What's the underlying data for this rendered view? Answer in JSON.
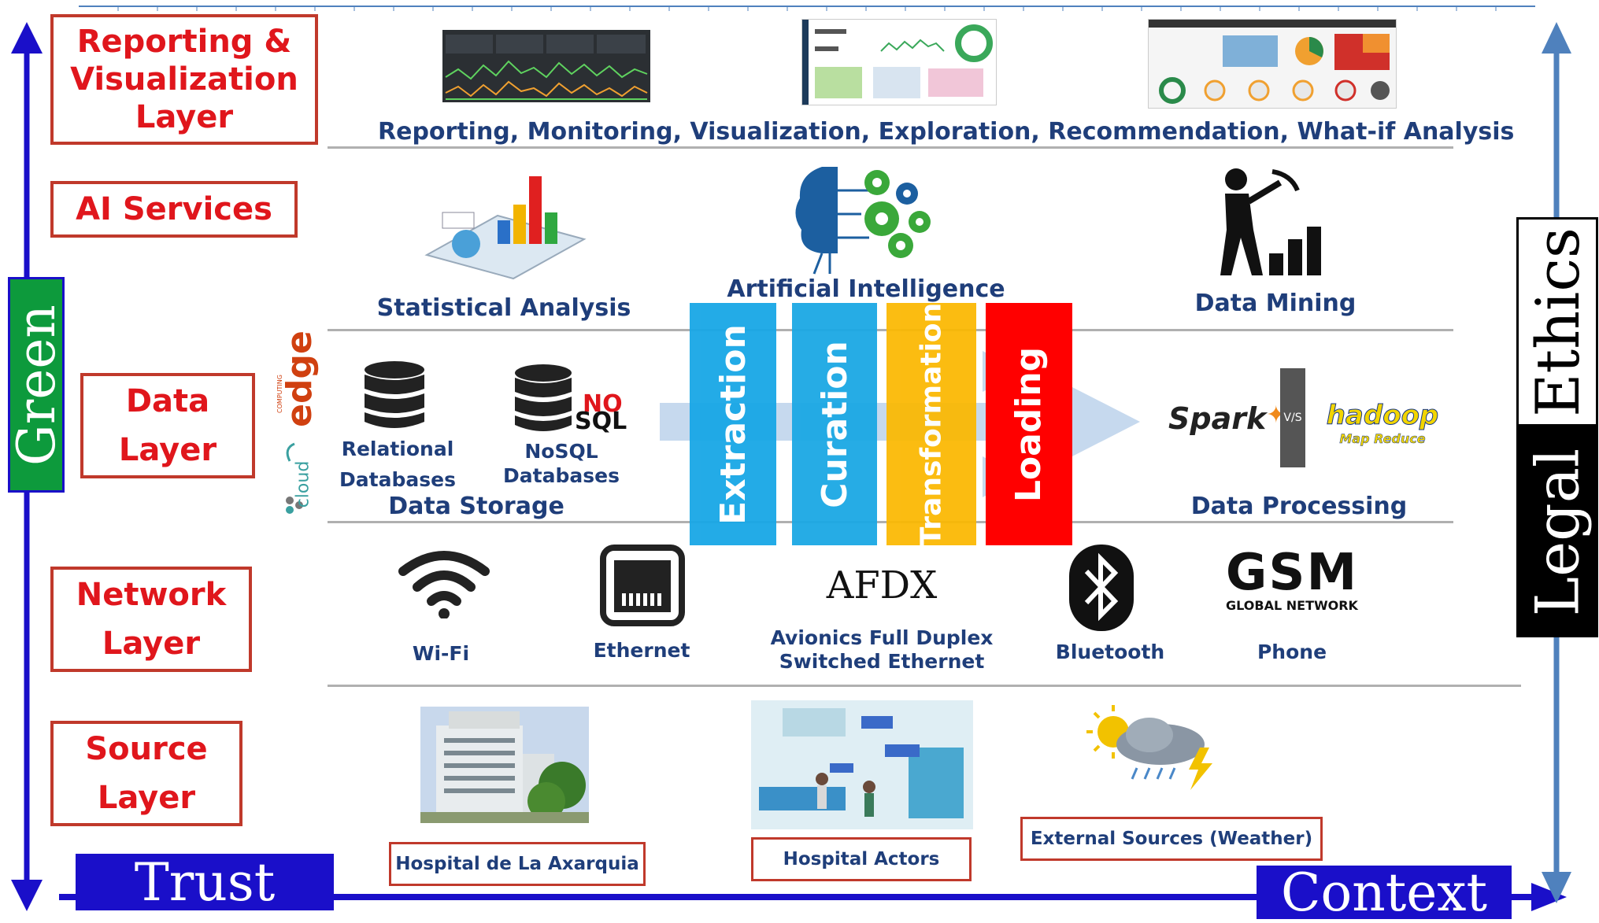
{
  "layers": {
    "reporting": "Reporting &\nVisualization\nLayer",
    "ai": "AI Services",
    "data": "Data\nLayer",
    "network": "Network\nLayer",
    "source": "Source\nLayer"
  },
  "reporting_caption": "Reporting, Monitoring, Visualization, Exploration, Recommendation, What-if Analysis",
  "ai_services": {
    "statistical": "Statistical Analysis",
    "ai": "Artificial Intelligence",
    "mining": "Data Mining"
  },
  "data_layer": {
    "relational": "Relational\nDatabases",
    "nosql": "NoSQL\nDatabases",
    "nosql_icon_no": "NO",
    "nosql_icon_sql": "SQL",
    "storage_caption": "Data Storage",
    "processing_caption": "Data Processing",
    "spark": "Spark",
    "vs": "V/S",
    "hadoop": "hadoop",
    "mapreduce": "Map Reduce",
    "edge_logo": "edge",
    "edge_small": "COMPUTING",
    "cloud_logo": "cloud"
  },
  "etl": {
    "extraction": "Extraction",
    "curation": "Curation",
    "transformation": "Transformation",
    "loading": "Loading"
  },
  "network": {
    "wifi": "Wi-Fi",
    "ethernet": "Ethernet",
    "afdx_logo": "AFDX",
    "afdx": "Avionics Full Duplex\nSwitched Ethernet",
    "bluetooth": "Bluetooth",
    "gsm_logo": "GSM",
    "gsm_sub": "GLOBAL NETWORK",
    "phone": "Phone"
  },
  "sources": {
    "hospital": "Hospital de La Axarquia",
    "actors": "Hospital Actors",
    "external": "External Sources (Weather)"
  },
  "axes": {
    "green": "Green",
    "trust": "Trust",
    "context": "Context",
    "ethics": "Ethics",
    "legal": "Legal"
  },
  "colors": {
    "axis_blue": "#1a0fc9",
    "right_axis": "#4f81bd",
    "green": "#0d9a3c",
    "extraction": "#18a7e6",
    "curation": "#1ba8e4",
    "transformation": "#fbb800",
    "loading": "#ff0000",
    "layer_border": "#c0392b",
    "layer_text": "#e0161c",
    "label_text": "#1f3e7a"
  }
}
